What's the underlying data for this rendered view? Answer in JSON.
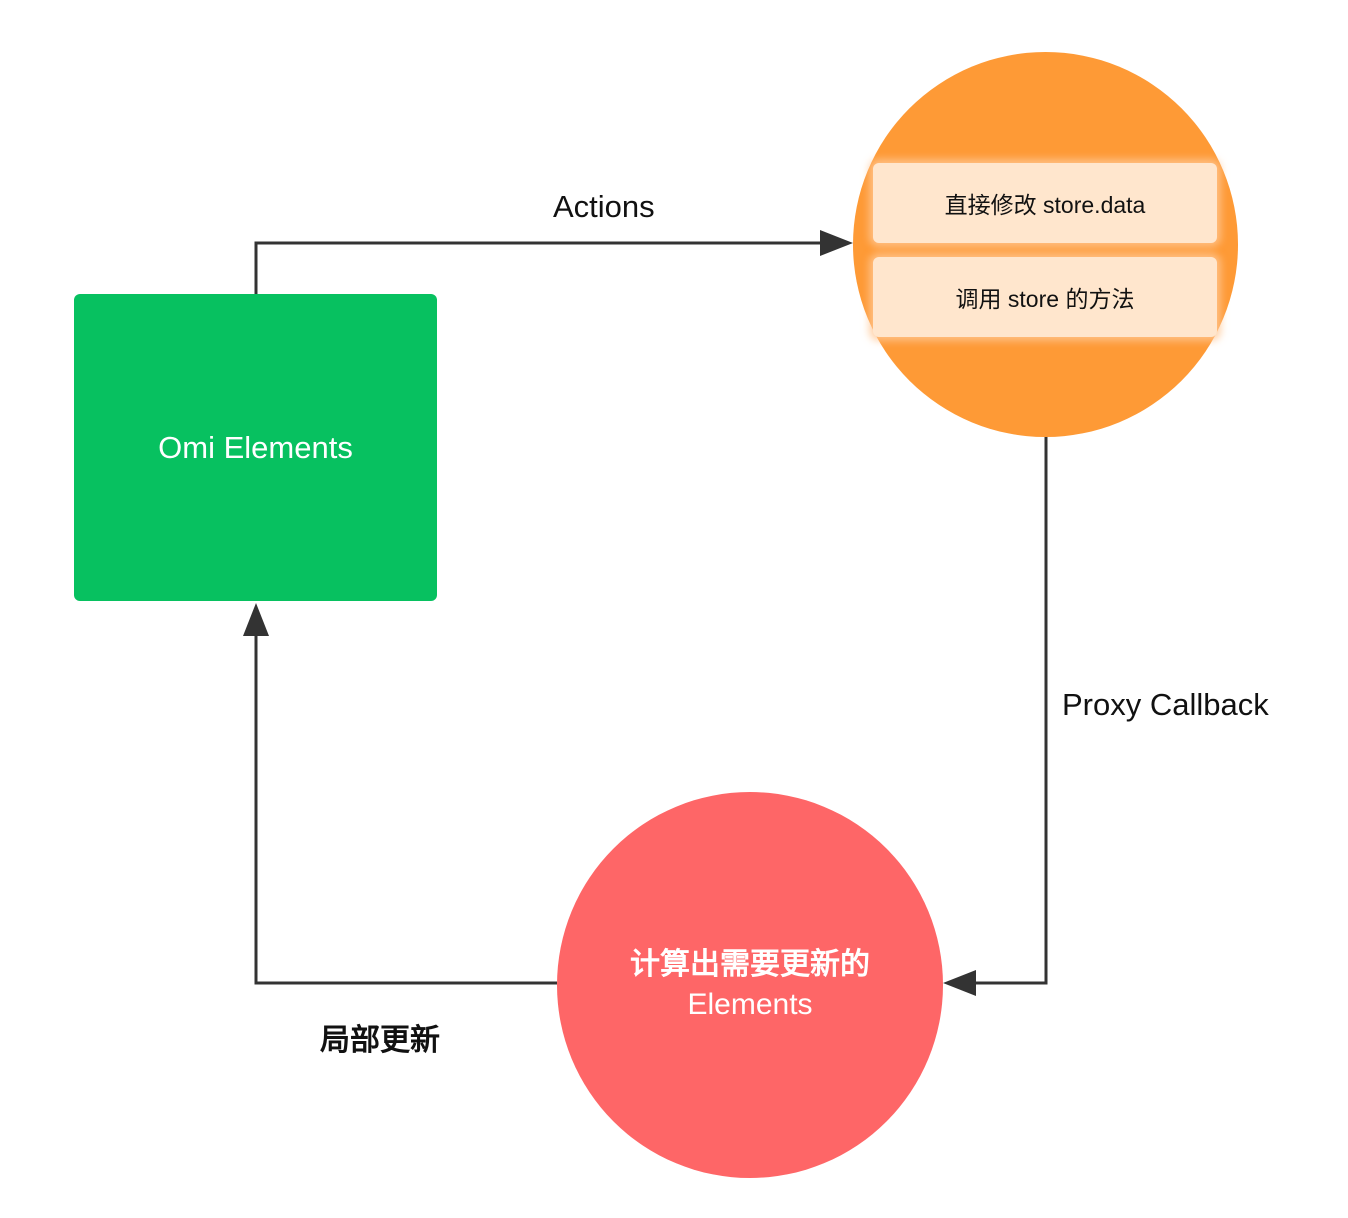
{
  "nodes": {
    "omi_elements": {
      "label": "Omi Elements",
      "color": "#07c160"
    },
    "store_circle": {
      "color": "#fe9a36",
      "items": [
        {
          "label": "直接修改 store.data"
        },
        {
          "label": "调用 store 的方法"
        }
      ]
    },
    "compute_circle": {
      "color": "#fe6667",
      "line1": "计算出需要更新的",
      "line2": "Elements"
    }
  },
  "edges": {
    "actions": {
      "label": "Actions"
    },
    "proxy_callback": {
      "label": "Proxy Callback"
    },
    "partial_update": {
      "label": "局部更新"
    }
  },
  "colors": {
    "arrow": "#333333",
    "inner_box": "#ffe6cd"
  }
}
